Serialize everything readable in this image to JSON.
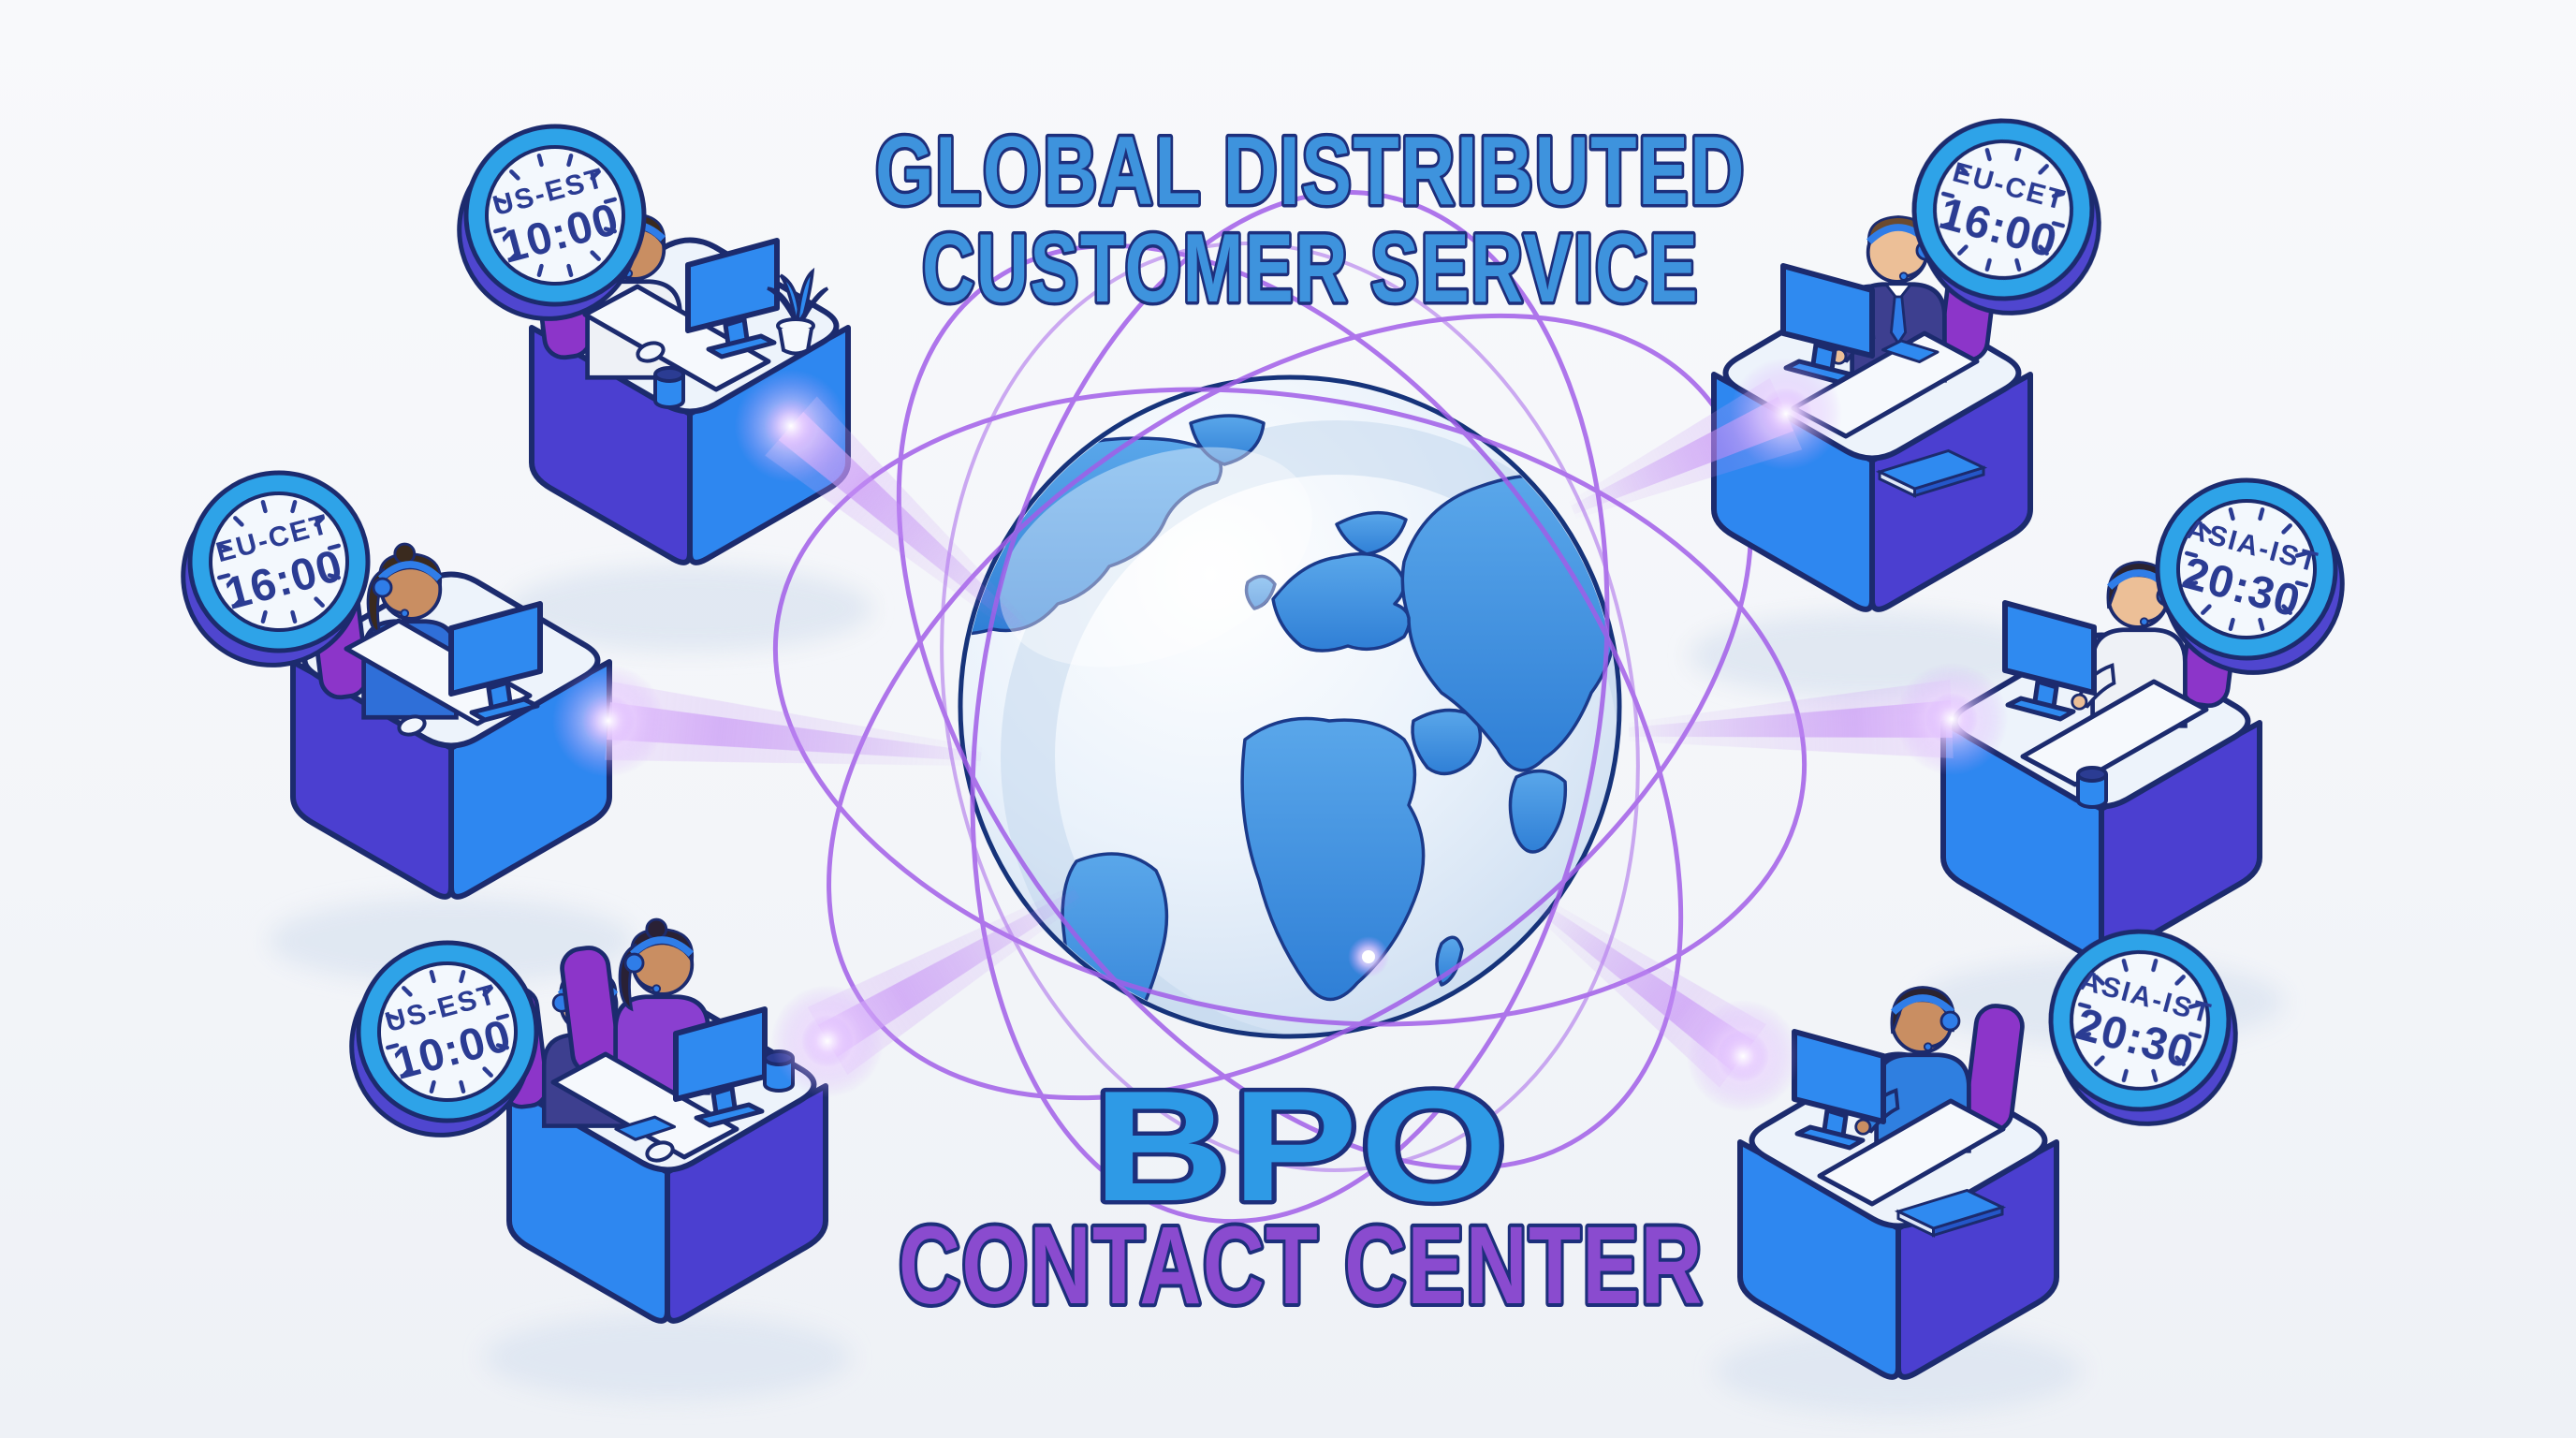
{
  "scene": {
    "title": {
      "line1": "GLOBAL DISTRIBUTED",
      "line2": "CUSTOMER SERVICE"
    },
    "footer": {
      "line1": "BPO",
      "line2": "CONTACT CENTER"
    }
  },
  "stations": [
    {
      "position": "top-left",
      "agents": 1,
      "clock": {
        "zone": "US-EST",
        "time": "10:00"
      }
    },
    {
      "position": "middle-left",
      "agents": 1,
      "clock": {
        "zone": "EU-CET",
        "time": "16:00"
      }
    },
    {
      "position": "bottom-left",
      "agents": 2,
      "clock": {
        "zone": "US-EST",
        "time": "10:00"
      }
    },
    {
      "position": "top-right",
      "agents": 1,
      "clock": {
        "zone": "EU-CET",
        "time": "16:00"
      }
    },
    {
      "position": "middle-right",
      "agents": 1,
      "clock": {
        "zone": "ASIA-IST",
        "time": "20:30"
      }
    },
    {
      "position": "bottom-right",
      "agents": 1,
      "clock": {
        "zone": "ASIA-IST",
        "time": "20:30"
      }
    }
  ],
  "colors": {
    "title_blue": "#3e93dd",
    "outline_navy": "#1d2f7c",
    "bpo_blue": "#2e9ae6",
    "contact_purple": "#8a4bcf",
    "orbit_purple": "#a15ee8",
    "beam_purple": "#b06ef0",
    "cube_blue": "#2e87f0",
    "cube_indigo": "#4b3fd0",
    "clock_rim_blue": "#2ea3e8",
    "clock_depth_indigo": "#4f46cf",
    "land_blue": "#3f93e0",
    "headset_blue": "#2f7de8",
    "chair_purple": "#8c35c9"
  }
}
